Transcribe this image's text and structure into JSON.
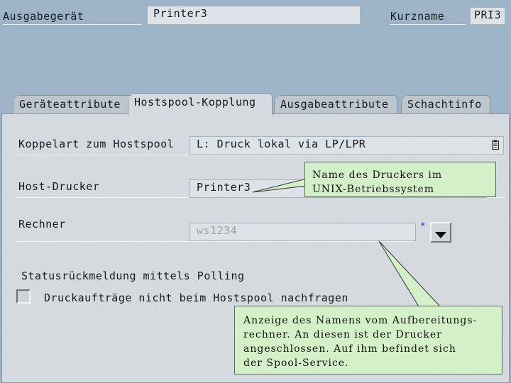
{
  "header": {
    "device_label": "Ausgabegerät",
    "device_value": "Printer3",
    "shortname_label": "Kurzname",
    "shortname_value": "PRI3"
  },
  "tabs": [
    {
      "label": "Geräteattribute",
      "active": false
    },
    {
      "label": "Hostspool-Kopplung",
      "active": true
    },
    {
      "label": "Ausgabeattribute",
      "active": false
    },
    {
      "label": "Schachtinfo",
      "active": false
    }
  ],
  "form": {
    "coupling_label": "Koppelart zum Hostspool",
    "coupling_value": "L: Druck lokal via LP/LPR",
    "host_printer_label": "Host-Drucker",
    "host_printer_value": "Printer3",
    "host_label": "Rechner",
    "host_value": "ws1234",
    "required_marker": "*",
    "status_heading": "Statusrückmeldung mittels Polling",
    "checkbox_label": "Druckaufträge nicht beim Hostspool nachfragen",
    "checkbox_checked": false
  },
  "callouts": {
    "printer_note": "Name des Druckers im\nUNIX-Betriebssystem",
    "host_note": "Anzeige des Namens vom Aufbereitungs-\nrechner. An diesen ist der Drucker\nangeschlossen. Auf ihm befindet sich\nder Spool-Service."
  },
  "colors": {
    "background": "#9bb4c8",
    "panel": "#d4dadf",
    "note": "#d4f0c8",
    "required_marker": "#1a3fd0"
  },
  "icons": [
    "clipboard-icon",
    "dropdown-arrow-icon"
  ]
}
